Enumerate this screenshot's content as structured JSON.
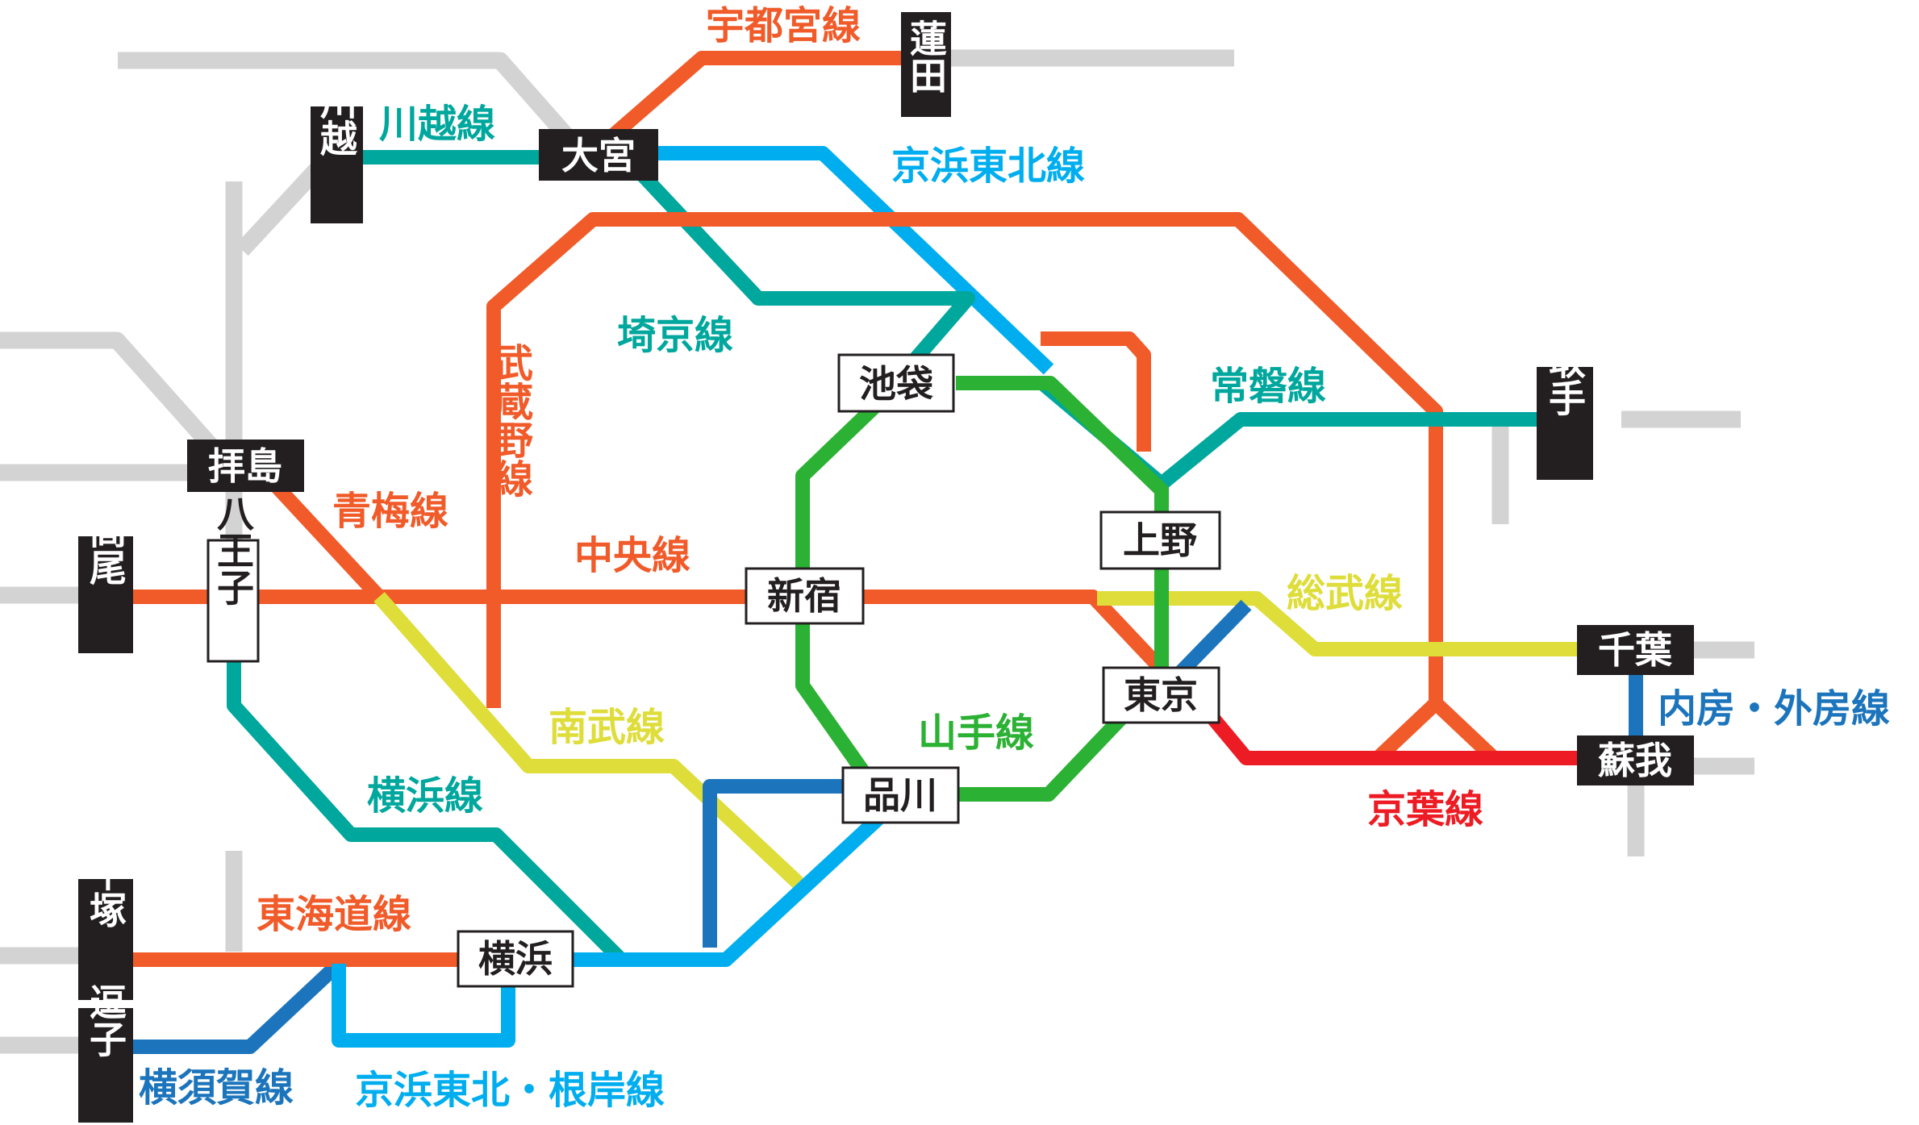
{
  "colors": {
    "orange": "#f15a29",
    "teal": "#00a79d",
    "sky": "#00aeef",
    "green": "#2bb133",
    "yellow": "#dedd3a",
    "navy": "#1c75bc",
    "red": "#ed1c24",
    "gray": "#d3d3d3",
    "station_black": "#231f20"
  },
  "lines": {
    "utsunomiya": "宇都宮線",
    "kawagoe": "川越線",
    "keihin_tohoku": "京浜東北線",
    "saikyo": "埼京線",
    "musashino": "武蔵野線",
    "joban": "常磐線",
    "ome": "青梅線",
    "chuo": "中央線",
    "sobu": "総武線",
    "nambu": "南武線",
    "yamanote": "山手線",
    "uchibo_sotobo": "内房・外房線",
    "yokohama": "横浜線",
    "keiyo": "京葉線",
    "tokaido": "東海道線",
    "yokosuka": "横須賀線",
    "keihin_tohoku_negishi": "京浜東北・根岸線"
  },
  "stations": {
    "hasuda": "蓮田",
    "omiya": "大宮",
    "kawagoe": "川越",
    "ikebukuro": "池袋",
    "toride": "取手",
    "haijima": "拝島",
    "ueno": "上野",
    "takao": "高尾",
    "hachioji": "八王子",
    "shinjuku": "新宿",
    "chiba": "千葉",
    "tokyo": "東京",
    "soga": "蘇我",
    "shinagawa": "品川",
    "hiratsuka": "平塚",
    "yokohama": "横浜",
    "zushi": "逗子"
  }
}
